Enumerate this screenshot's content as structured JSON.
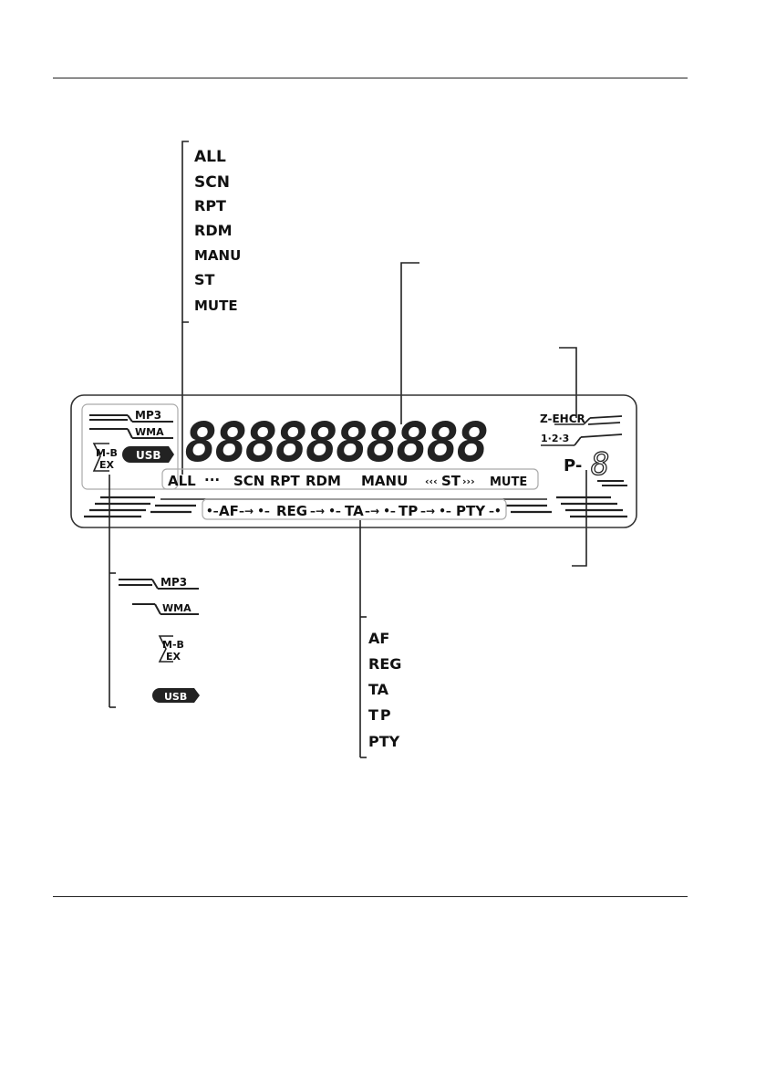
{
  "top_labels": [
    "ALL",
    "SCN",
    "RPT",
    "RDM",
    "MANU",
    "ST",
    "MUTE"
  ],
  "display": {
    "mp3": "MP3",
    "wma": "WMA",
    "mb_top": "M-B",
    "mb_bottom": "EX",
    "usb": "USB",
    "dot_matrix": "8888888888",
    "zenh": "Z-EHCR",
    "zenh_numbers": "1·2·3",
    "preset_prefix": "P-",
    "preset_digit": "8",
    "mode_strip": {
      "all": "ALL",
      "dots": "···",
      "scn": "SCN",
      "rpt": "RPT",
      "rdm": "RDM",
      "manu": "MANU",
      "st": "ST",
      "mute": "MUTE"
    },
    "rds_strip": [
      "AF",
      "REG",
      "TA",
      "TP",
      "PTY"
    ]
  },
  "bottom_left_labels": {
    "mp3": "MP3",
    "wma": "WMA",
    "mb_top": "M-B",
    "mb_bottom": "EX",
    "usb": "USB"
  },
  "bottom_right_labels": [
    "AF",
    "REG",
    "TA",
    "TP",
    "PTY"
  ]
}
